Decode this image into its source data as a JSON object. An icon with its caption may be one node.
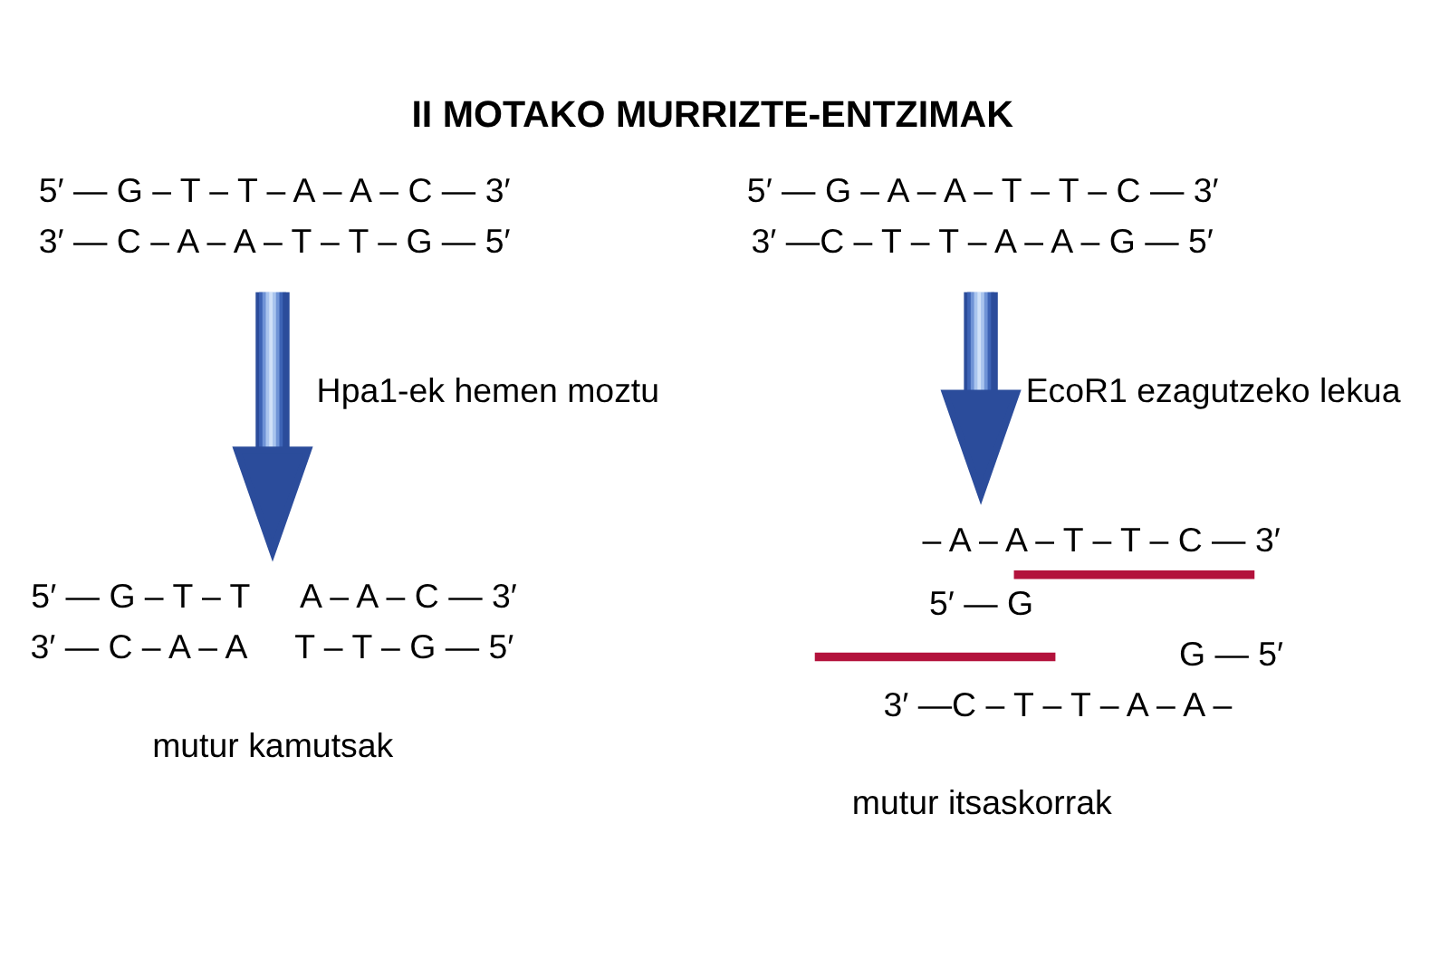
{
  "diagram": {
    "title": "II MOTAKO MURRIZTE-ENTZIMAK",
    "nodes": [
      {
        "text": [
          "5′ — G – T – T – A – A – C — 3′",
          "3′ — C – A – A – T – T – G — 5′"
        ]
      },
      {
        "text": [
          "5′ — G – A – A – T – T – C — 3′",
          "3′ —C – T – T – A – A – G — 5′"
        ]
      },
      {
        "text": [
          "5′ — G – T – T",
          "A – A – C — 3′",
          "3′ — C – A – A",
          "T – T – G — 5′"
        ],
        "beside": [
          "mutur kamutsak"
        ]
      },
      {
        "text": [
          "– A – A – T – T – C — 3′",
          "5′ — G",
          "G — 5′",
          "3′ —C – T – T – A – A –"
        ],
        "beside": [
          "mutur itsaskorrak"
        ]
      }
    ],
    "edges": [
      {
        "from": 0,
        "to": 2,
        "arrow": "to",
        "label": "Hpa1-ek hemen moztu"
      },
      {
        "from": 1,
        "to": 3,
        "arrow": "to",
        "label": "EcoR1 ezagutzeko lekua"
      }
    ]
  }
}
